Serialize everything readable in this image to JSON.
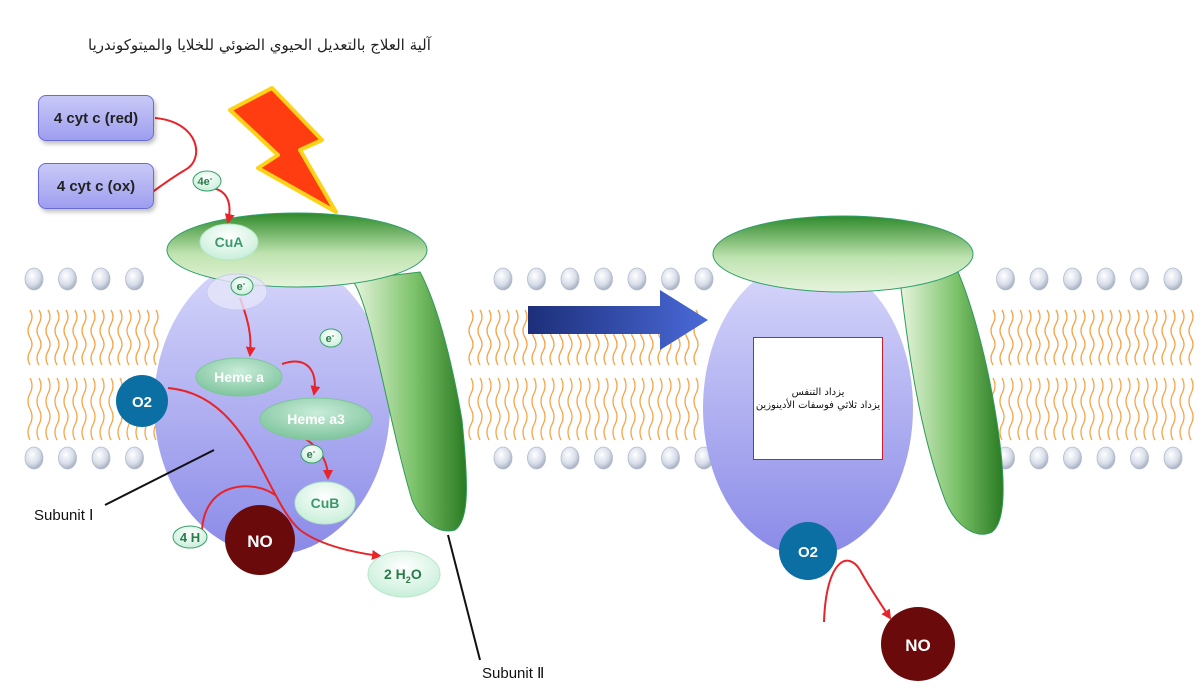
{
  "title": "آلية العلاج بالتعديل الحيوي الضوئي للخلايا والميتوكوندريا",
  "cytochrome": {
    "reduced": "4 cyt c (red)",
    "oxidized": "4 cyt c (ox)"
  },
  "electron_labels": {
    "four_e": "4e",
    "e": "e",
    "minus": "-"
  },
  "complex_left": {
    "cua": "CuA",
    "heme_a": "Heme a",
    "heme_a3": "Heme a3",
    "cub": "CuB",
    "o2": "O2",
    "no": "NO",
    "protons": "4 H",
    "water_prefix": "2 H",
    "water_sub": "2",
    "water_suffix": "O"
  },
  "complex_right": {
    "o2": "O2",
    "no": "NO",
    "effect_line1": "يزداد التنفس",
    "effect_line2": "يزداد ثلاثي فوسفات الأدينوزين"
  },
  "subunit_labels": {
    "one": "Subunit Ⅰ",
    "two": "Subunit Ⅱ"
  },
  "colors": {
    "membrane_head": "#cfd6e4",
    "lipid_tail": "#f5a54a",
    "enzyme_purple": "#a8a8f0",
    "subunit_green": "#3f9a35",
    "o2_blue": "#0c6fa3",
    "no_red": "#6b0a0a",
    "electron_arrow": "#e8242b",
    "main_arrow": "#2c47a8",
    "lightning": "#ff3b10"
  },
  "icons": {
    "light": "lightning-bolt-icon",
    "transition": "right-arrow-icon"
  }
}
